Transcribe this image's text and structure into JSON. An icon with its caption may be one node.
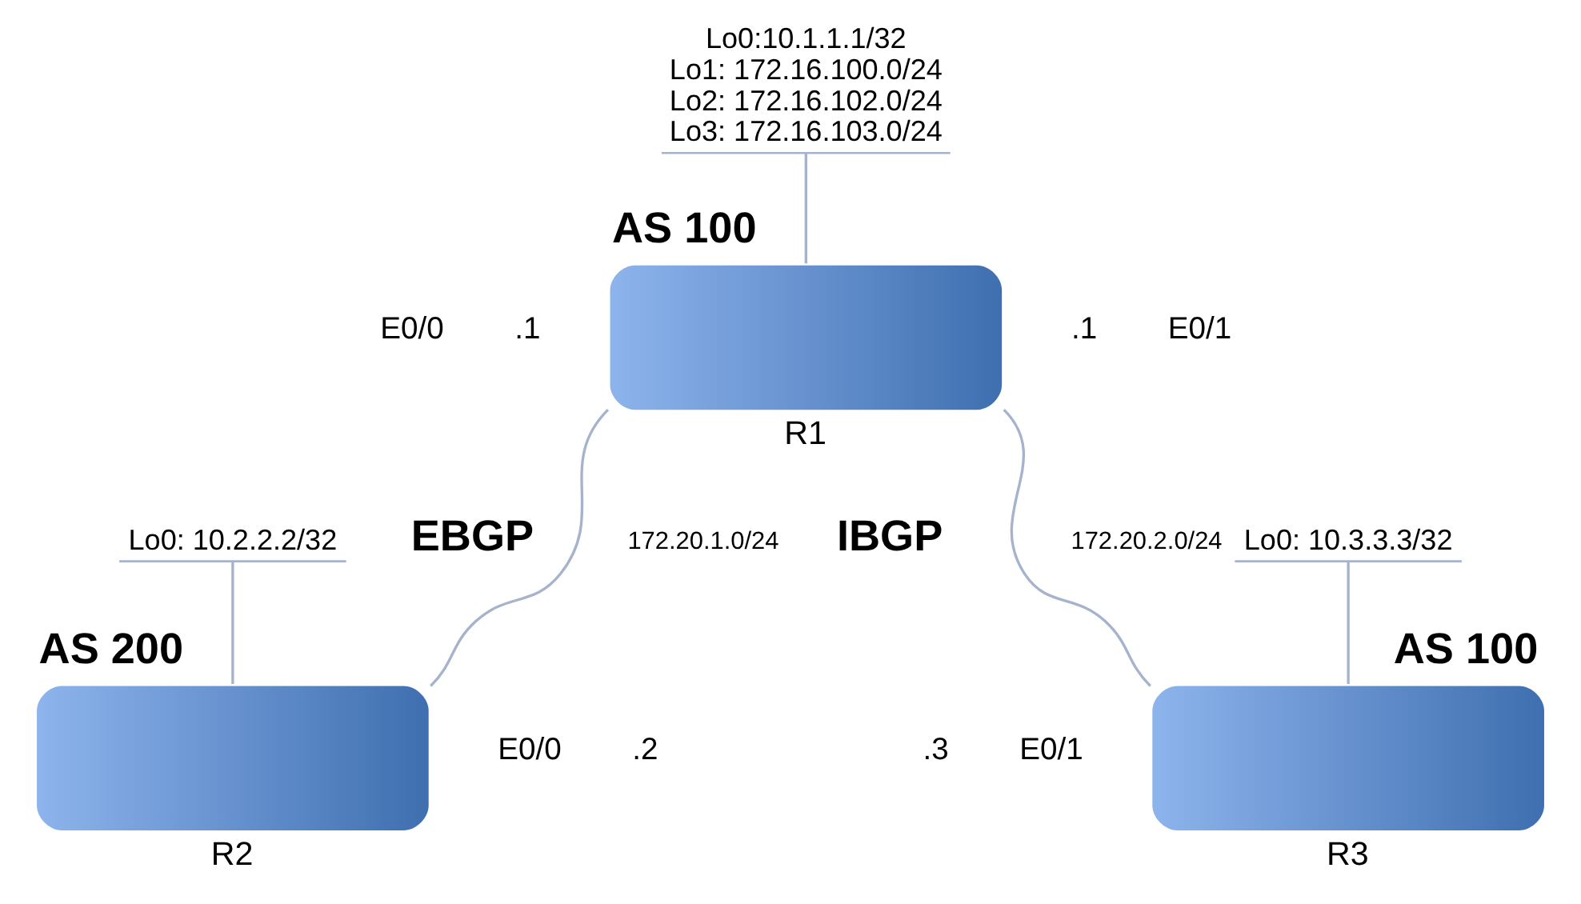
{
  "diagram": {
    "nodes": [
      {
        "text": [
          "R1"
        ],
        "beside": [
          "AS 100"
        ]
      },
      {
        "text": [
          "Lo0:10.1.1.1/32",
          "Lo1: 172.16.100.0/24",
          "Lo2: 172.16.102.0/24",
          "Lo3: 172.16.103.0/24"
        ]
      },
      {
        "text": [
          "R2"
        ],
        "beside": [
          "AS 200"
        ]
      },
      {
        "text": [
          "Lo0: 10.2.2.2/32"
        ]
      },
      {
        "text": [
          "R3"
        ],
        "beside": [
          "AS 100"
        ]
      },
      {
        "text": [
          "Lo0: 10.3.3.3/32"
        ]
      }
    ],
    "edges": [
      {
        "from": 1,
        "to": 0,
        "arrow": "none"
      },
      {
        "from": 0,
        "to": 2,
        "arrow": "none",
        "label": "172.20.1.0/24"
      },
      {
        "from": 0,
        "to": 4,
        "arrow": "none",
        "label": "172.20.2.0/24"
      },
      {
        "from": 3,
        "to": 2,
        "arrow": "none"
      },
      {
        "from": 5,
        "to": 4,
        "arrow": "none"
      }
    ],
    "labels": [
      "E0/0",
      ".1",
      ".1",
      "E0/1",
      "EBGP",
      "IBGP",
      "E0/0",
      ".2",
      ".3",
      "E0/1"
    ]
  }
}
